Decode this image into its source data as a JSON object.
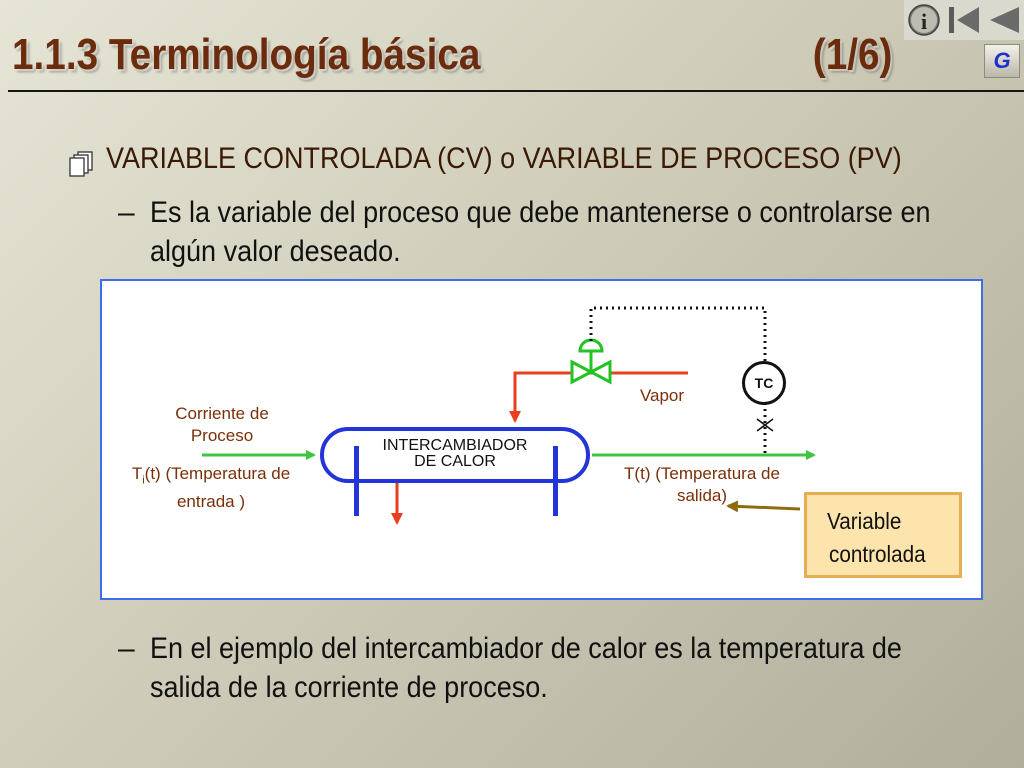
{
  "header": {
    "title": "1.1.3 Terminología básica",
    "page_indicator": "(1/6)",
    "nav": {
      "info_icon": "info-icon",
      "first_icon": "skip-to-start-icon",
      "back_icon": "back-triangle-icon",
      "glossary_label": "G"
    }
  },
  "content": {
    "bullet1": "VARIABLE CONTROLADA (CV) o VARIABLE DE PROCESO (PV)",
    "dash": "–",
    "sub1_line1": "Es la variable del proceso que debe mantenerse o controlarse en",
    "sub1_line2": "algún valor deseado.",
    "sub2_line1": "En el ejemplo del intercambiador de calor es la temperatura de",
    "sub2_line2": "salida de la corriente de proceso."
  },
  "diagram": {
    "stream_label_1": "Corriente de",
    "stream_label_2": "Proceso",
    "inlet_temp_T": "T",
    "inlet_temp_sub": "i",
    "inlet_temp_rest": "(t) (Temperatura de",
    "inlet_temp_2": "entrada )",
    "exchanger_1": "INTERCAMBIADOR",
    "exchanger_2": "DE CALOR",
    "vapor": "Vapor",
    "controller": "TC",
    "outlet_temp_1": "T(t) (Temperatura de",
    "outlet_temp_2": "salida)",
    "cv_label_1": "Variable",
    "cv_label_2": "controlada"
  },
  "colors": {
    "title": "#6b2c0e",
    "process_stream": "#3ec43e",
    "steam_line": "#e8401f",
    "exchanger": "#2334d8",
    "valve": "#22c322",
    "callout_fill": "#fde4ad",
    "callout_border": "#e7ad52",
    "callout_arrow": "#8b6d10",
    "diagram_border": "#3e6ee8"
  }
}
